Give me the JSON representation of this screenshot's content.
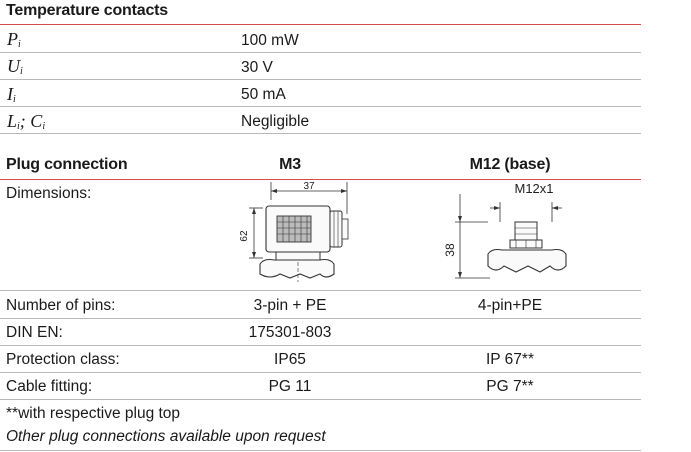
{
  "temperature": {
    "title": "Temperature contacts",
    "rows": [
      {
        "symbol": "P",
        "sub": "i",
        "value": "100 mW"
      },
      {
        "symbol": "U",
        "sub": "i",
        "value": "30 V"
      },
      {
        "symbol": "I",
        "sub": "i",
        "value": "50 mA"
      },
      {
        "symbol_a": "L",
        "sub_a": "i",
        "sep": ";",
        "symbol_b": "C",
        "sub_b": "i",
        "value": "Negligible"
      }
    ]
  },
  "plug": {
    "title": "Plug connection",
    "col_m3": "M3",
    "col_m12": "M12 (base)",
    "dimensions_label": "Dimensions:",
    "m3_dims": {
      "width": "37",
      "height": "62"
    },
    "m12_dims": {
      "thread": "M12x1",
      "height": "38"
    },
    "rows": [
      {
        "label": "Number of pins:",
        "m3": "3-pin + PE",
        "m12": "4-pin+PE"
      },
      {
        "label": "DIN EN:",
        "m3": "175301-803",
        "m12": ""
      },
      {
        "label": "Protection class:",
        "m3": "IP65",
        "m12": "IP 67**"
      },
      {
        "label": "Cable fitting:",
        "m3": "PG 11",
        "m12": "PG 7**"
      }
    ]
  },
  "notes": {
    "footnote": "**with respective plug top",
    "other": "Other plug connections available upon request"
  }
}
